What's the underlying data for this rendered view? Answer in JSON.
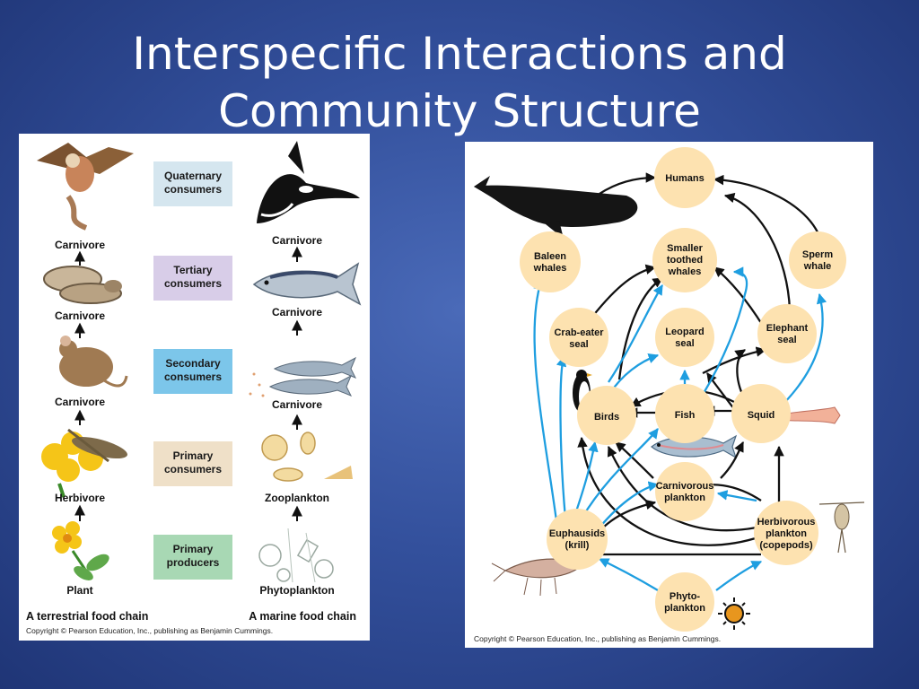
{
  "slide": {
    "title_line1": "Interspecific Interactions and",
    "title_line2": "Community Structure"
  },
  "terrestrial": {
    "caption": "A terrestrial food chain",
    "levels": [
      {
        "organism": "Carnivore",
        "icon": "hawk-icon"
      },
      {
        "organism": "Carnivore",
        "icon": "snake-icon"
      },
      {
        "organism": "Carnivore",
        "icon": "mouse-icon"
      },
      {
        "organism": "Herbivore",
        "icon": "grasshopper-icon"
      },
      {
        "organism": "Plant",
        "icon": "flower-icon"
      }
    ]
  },
  "marine": {
    "caption": "A marine food chain",
    "levels": [
      {
        "organism": "Carnivore",
        "icon": "orca-icon"
      },
      {
        "organism": "Carnivore",
        "icon": "tuna-icon"
      },
      {
        "organism": "Carnivore",
        "icon": "small-fish-icon"
      },
      {
        "organism": "Zooplankton",
        "icon": "zooplankton-icon"
      },
      {
        "organism": "Phytoplankton",
        "icon": "phytoplankton-icon"
      }
    ]
  },
  "trophic_levels": [
    {
      "line1": "Quaternary",
      "line2": "consumers",
      "color": "#d5e6ef"
    },
    {
      "line1": "Tertiary",
      "line2": "consumers",
      "color": "#d8cde8"
    },
    {
      "line1": "Secondary",
      "line2": "consumers",
      "color": "#7cc6ea"
    },
    {
      "line1": "Primary",
      "line2": "consumers",
      "color": "#efe0c8"
    },
    {
      "line1": "Primary",
      "line2": "producers",
      "color": "#a8d8b4"
    }
  ],
  "copyright": "Copyright © Pearson Education, Inc., publishing as Benjamin Cummings.",
  "food_web": {
    "nodes": [
      {
        "id": "humans",
        "lines": [
          "Humans"
        ]
      },
      {
        "id": "baleen",
        "lines": [
          "Baleen",
          "whales"
        ]
      },
      {
        "id": "toothed",
        "lines": [
          "Smaller",
          "toothed",
          "whales"
        ]
      },
      {
        "id": "sperm",
        "lines": [
          "Sperm",
          "whale"
        ]
      },
      {
        "id": "crabeater",
        "lines": [
          "Crab-eater",
          "seal"
        ]
      },
      {
        "id": "leopard",
        "lines": [
          "Leopard",
          "seal"
        ]
      },
      {
        "id": "elephant",
        "lines": [
          "Elephant",
          "seal"
        ]
      },
      {
        "id": "birds",
        "lines": [
          "Birds"
        ]
      },
      {
        "id": "fish",
        "lines": [
          "Fish"
        ]
      },
      {
        "id": "squid",
        "lines": [
          "Squid"
        ]
      },
      {
        "id": "carnplank",
        "lines": [
          "Carnivorous",
          "plankton"
        ]
      },
      {
        "id": "euphausids",
        "lines": [
          "Euphausids",
          "(krill)"
        ]
      },
      {
        "id": "herbplank",
        "lines": [
          "Herbivorous",
          "plankton",
          "(copepods)"
        ]
      },
      {
        "id": "phyto",
        "lines": [
          "Phyto-",
          "plankton"
        ]
      }
    ],
    "colors": {
      "node": "#fde2b0",
      "blue_arrow": "#1e9ee0",
      "black_arrow": "#111111"
    }
  }
}
